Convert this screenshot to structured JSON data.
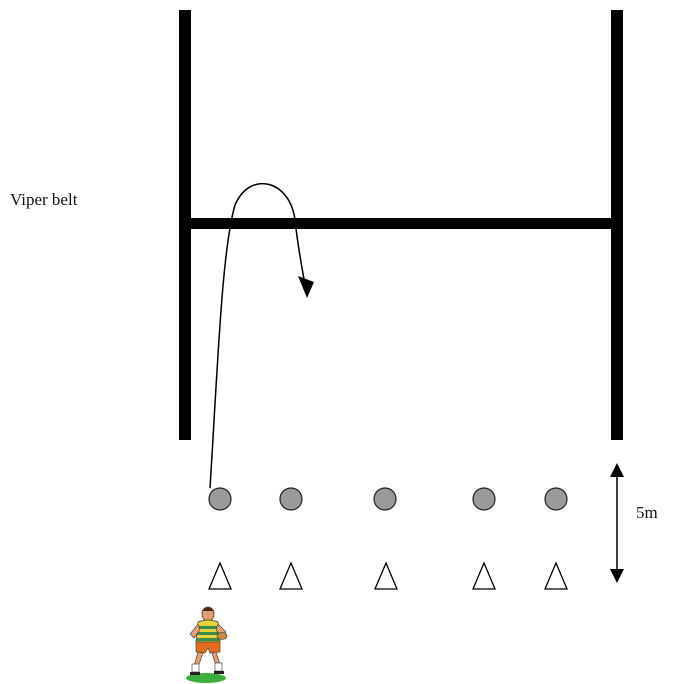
{
  "labels": {
    "viper_belt": "Viper belt",
    "distance": "5m"
  },
  "colors": {
    "posts": "#000000",
    "ball_fill": "#9a9a9a",
    "ball_stroke": "#222222",
    "cone_fill": "#ffffff",
    "cone_stroke": "#000000",
    "player_shirt_stripe_a": "#e8d23a",
    "player_shirt_stripe_b": "#3a8a4a",
    "player_shorts": "#e46a1e",
    "player_skin": "#e2a070",
    "grass": "#3cae3c"
  },
  "icons": {
    "goalposts": "rugby-goalposts-icon",
    "ball_markers": "circle-marker-icon",
    "cones": "cone-icon",
    "player": "rugby-player-icon",
    "run_path": "curved-arrow-icon",
    "distance_arrow": "double-arrow-icon"
  },
  "markers": {
    "ball_count": 5,
    "cone_count": 5
  }
}
